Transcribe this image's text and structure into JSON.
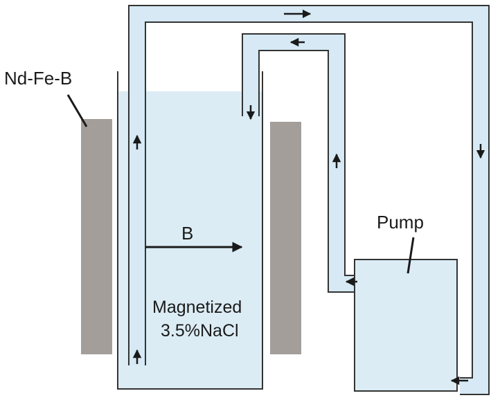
{
  "labels": {
    "magnet": "Nd-Fe-B",
    "field": "B",
    "solution_line1": "Magnetized",
    "solution_line2": "3.5%NaCl",
    "pump": "Pump"
  },
  "colors": {
    "liquid": "#dcecf5",
    "tube_fill": "#d6e9f4",
    "line": "#333333",
    "magnet": "#a39e9a",
    "arrow": "#1a1a1a"
  },
  "icons": {
    "flow_arrow": "arrow-icon",
    "field_arrow": "field-arrow-icon"
  }
}
